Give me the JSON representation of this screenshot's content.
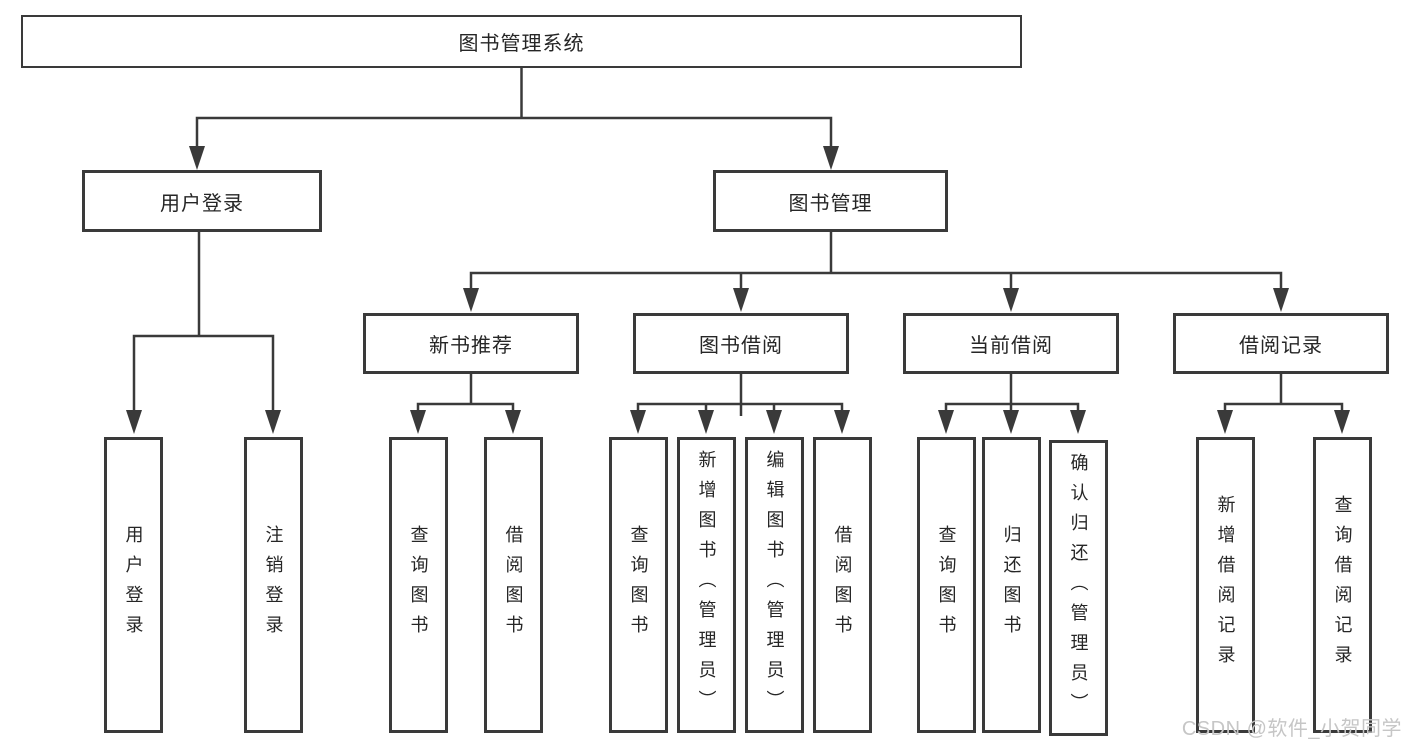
{
  "diagram": {
    "title": "图书管理系统",
    "root": {
      "label": "图书管理系统"
    },
    "level2": [
      {
        "label": "用户登录",
        "parent": "图书管理系统"
      },
      {
        "label": "图书管理",
        "parent": "图书管理系统"
      }
    ],
    "level3": [
      {
        "label": "新书推荐",
        "parent": "图书管理"
      },
      {
        "label": "图书借阅",
        "parent": "图书管理"
      },
      {
        "label": "当前借阅",
        "parent": "图书管理"
      },
      {
        "label": "借阅记录",
        "parent": "图书管理"
      }
    ],
    "leaves": [
      {
        "label": "用户登录",
        "parent": "用户登录"
      },
      {
        "label": "注销登录",
        "parent": "用户登录"
      },
      {
        "label": "查询图书",
        "parent": "新书推荐"
      },
      {
        "label": "借阅图书",
        "parent": "新书推荐"
      },
      {
        "label": "查询图书",
        "parent": "图书借阅"
      },
      {
        "label": "新增图书（管理员）",
        "parent": "图书借阅"
      },
      {
        "label": "编辑图书（管理员）",
        "parent": "图书借阅"
      },
      {
        "label": "借阅图书",
        "parent": "图书借阅"
      },
      {
        "label": "查询图书",
        "parent": "当前借阅"
      },
      {
        "label": "归还图书",
        "parent": "当前借阅"
      },
      {
        "label": "确认归还（管理员）",
        "parent": "当前借阅"
      },
      {
        "label": "新增借阅记录",
        "parent": "借阅记录"
      },
      {
        "label": "查询借阅记录",
        "parent": "借阅记录"
      }
    ]
  },
  "watermark": {
    "text": "CSDN @软件_小贺同学"
  },
  "colors": {
    "line": "#3a3a3a",
    "text": "#262626",
    "box-bg": "#ffffff",
    "watermark": "#c6c6c6",
    "background": "#ffffff"
  }
}
